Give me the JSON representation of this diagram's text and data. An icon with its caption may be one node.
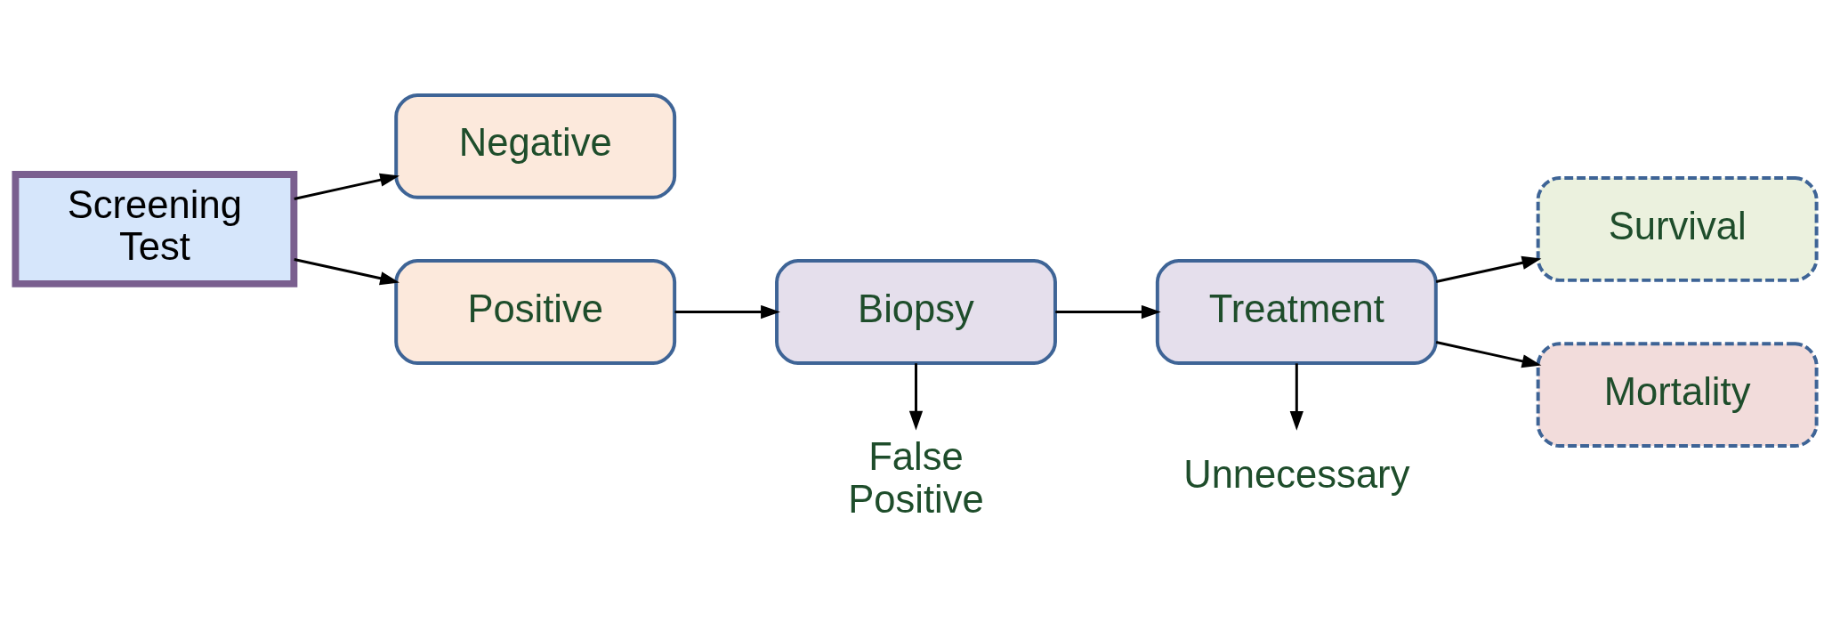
{
  "diagram": {
    "nodes": [
      {
        "text": [
          "Screening Test"
        ]
      },
      {
        "text": [
          "Negative"
        ]
      },
      {
        "text": [
          "Positive"
        ]
      },
      {
        "text": [
          "Biopsy"
        ]
      },
      {
        "text": [
          "Treatment"
        ]
      },
      {
        "text": [
          "Survival"
        ]
      },
      {
        "text": [
          "Mortality"
        ]
      },
      {
        "text": [
          "False Positive"
        ]
      },
      {
        "text": [
          "Unnecessary"
        ]
      }
    ],
    "edges": [
      {
        "from": 0,
        "to": 1,
        "arrow": "to"
      },
      {
        "from": 0,
        "to": 2,
        "arrow": "to"
      },
      {
        "from": 2,
        "to": 3,
        "arrow": "to"
      },
      {
        "from": 3,
        "to": 4,
        "arrow": "to"
      },
      {
        "from": 4,
        "to": 5,
        "arrow": "to"
      },
      {
        "from": 4,
        "to": 6,
        "arrow": "to"
      },
      {
        "from": 3,
        "to": 7,
        "arrow": "to"
      },
      {
        "from": 4,
        "to": 8,
        "arrow": "to"
      }
    ]
  }
}
